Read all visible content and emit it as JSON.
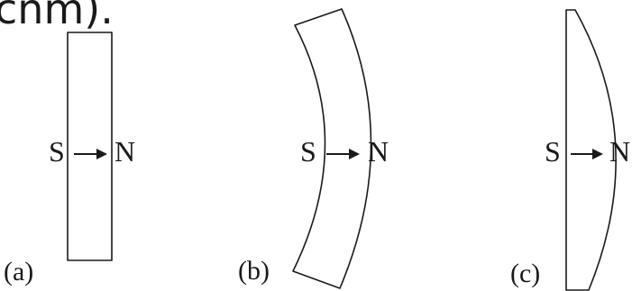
{
  "header_fragment": "cnm).",
  "panels": [
    {
      "label": "(a)",
      "south": "S",
      "north": "N"
    },
    {
      "label": "(b)",
      "south": "S",
      "north": "N"
    },
    {
      "label": "(c)",
      "south": "S",
      "north": "N"
    }
  ],
  "colors": {
    "ink": "#1a1a1a",
    "background": "#ffffff"
  }
}
